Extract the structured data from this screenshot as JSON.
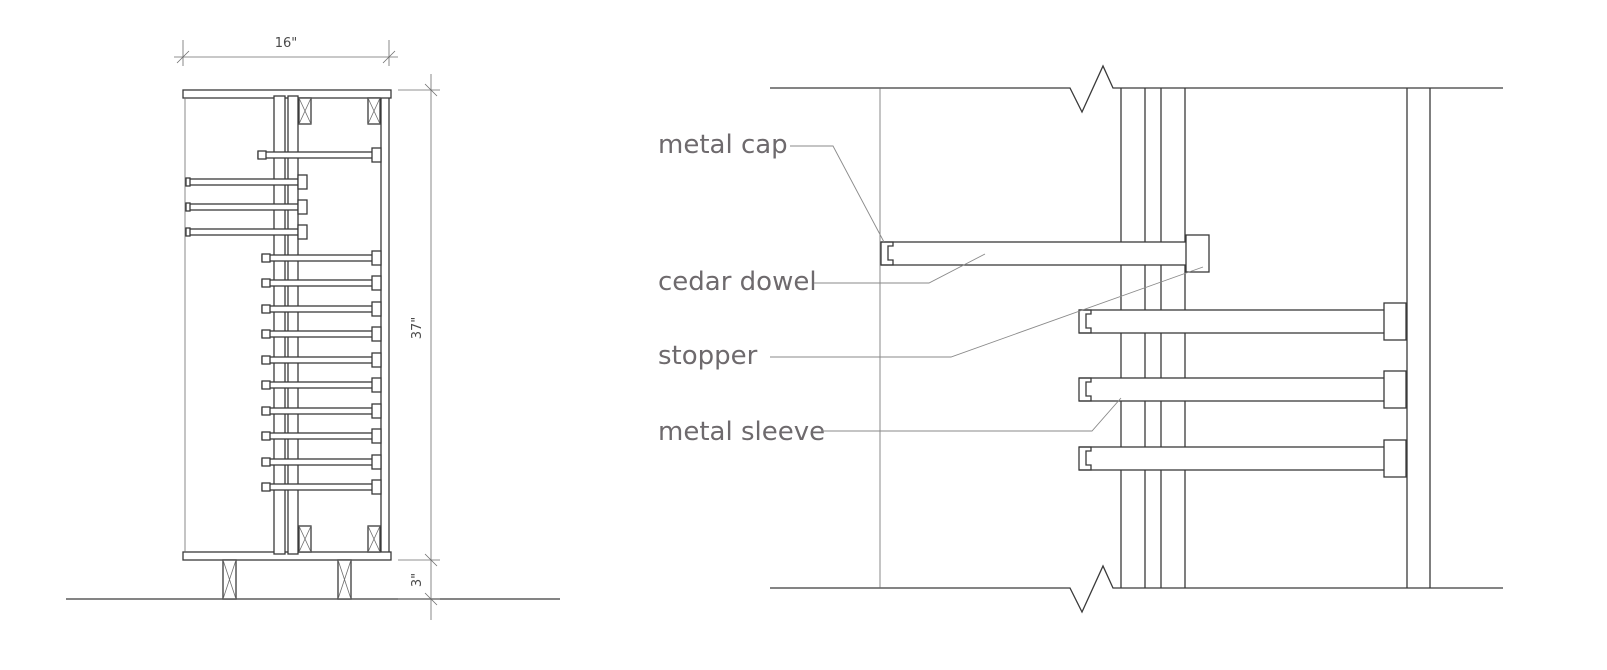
{
  "elevation": {
    "width_dim": "16\"",
    "height_dim": "37\"",
    "leg_dim": "3\""
  },
  "detail": {
    "labels": {
      "metal_cap": "metal cap",
      "cedar_dowel": "cedar dowel",
      "stopper": "stopper",
      "metal_sleeve": "metal sleeve"
    }
  }
}
